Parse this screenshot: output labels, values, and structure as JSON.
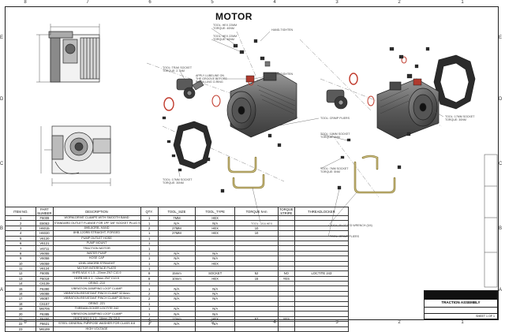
{
  "title": "MOTOR",
  "zones_top": [
    "8",
    "7",
    "6",
    "5",
    "4",
    "3",
    "2",
    "1"
  ],
  "zones_side": [
    "E",
    "D",
    "C",
    "B",
    "A"
  ],
  "callouts": [
    "TOOL: HEX 22MM\nTORQUE: 40NM",
    "TOOL: HEX 22MM\nTORQUE: 40NM",
    "HAND-TIGHTEN",
    "TOOL: TRAK SOCKET\nTORQUE: 2.7NM",
    "APPLY LUBELINE ON\nTHE GROOVE BEFORE\nINSTALLING O-RING",
    "HAND-TIGHTEN",
    "TOOL: 17MM SOCKET\nTORQUE: 30NM",
    "TOOL: CRIMP PLIERS",
    "TOOL: 10MM SOCKET\nTORQUE: 9NM",
    "TOOL: 17MM SOCKET\nTORQUE: 30NM",
    "TOOL: 7MM SOCKET\nTORQUE: 5NM",
    "TOOL: 3/16 HEX",
    "TOOL: SLOTTED WRENCH (3/4)",
    "TOOL: CRIMP PLIERS"
  ],
  "bom": {
    "headers": [
      "ITEM NO.",
      "PART NUMBER",
      "DESCRIPTION",
      "QTY.",
      "TOOL_SIZE",
      "TOOL_TYPE",
      "TORQUE N-m",
      "TORQUE STRIPE",
      "THREADLOCKER"
    ],
    "rows": [
      [
        "1",
        "F6009",
        "WORM-DRIVE CLAMPS WITH SMOOTH BAND",
        "1",
        "7MM",
        "HEX",
        "",
        "",
        ""
      ],
      [
        "2",
        "E8063",
        "STANDARD OUTLET FLANGE FOR 1PF 3/8\" SOCKET PLUG SHELL 12S-14",
        "1",
        "N/A",
        "N/A",
        "",
        "",
        ""
      ],
      [
        "3",
        "H6015",
        "8HB-8ORB, HAND",
        "2",
        "27MM",
        "HEX",
        "10",
        "",
        ""
      ],
      [
        "4",
        "H6020",
        "8HB-12ORB STRAIGHT, FORGED",
        "1",
        "27MM",
        "HEX",
        "10",
        "",
        ""
      ],
      [
        "5",
        "V6120",
        "PUMP OUTLET HOSE",
        "1",
        "",
        "",
        "",
        "",
        ""
      ],
      [
        "6",
        "V6121",
        "PUMP MOUNT",
        "1",
        "",
        "",
        "",
        "",
        ""
      ],
      [
        "7",
        "V6711",
        "TRACTION MOTOR",
        "1",
        "",
        "",
        "",
        "",
        ""
      ],
      [
        "8",
        "V6055",
        "WATER PUMP",
        "1",
        "N/A",
        "N/A",
        "",
        "",
        ""
      ],
      [
        "9",
        "V6058",
        "HOSE CAP",
        "1",
        "N/A",
        "N/A",
        "",
        "",
        ""
      ],
      [
        "10",
        "V6059",
        "12HB-10MORB STRAIGHT",
        "1",
        "N/A",
        "HEX",
        "",
        "",
        ""
      ],
      [
        "11",
        "V6124",
        "MOTOR INTERFACE PLATE",
        "1",
        "",
        "",
        "",
        "",
        ""
      ],
      [
        "12",
        "F6005",
        "HHFB M10 X 1.5 - 20mm ZN7 C10.9",
        "8",
        "15mm",
        "SOCKET",
        "52",
        "NO",
        "LOCTITE 243"
      ],
      [
        "13",
        "F6019",
        "HHFB M5 X 1 - 12mm ZN7 C10.9",
        "8",
        "10mm",
        "HEX",
        "15",
        "YES",
        ""
      ],
      [
        "14",
        "C6139",
        "ORING -210",
        "1",
        "",
        "",
        "",
        "",
        ""
      ],
      [
        "15",
        "F6390",
        "VIBRATION-DAMPING LOOP CLAMP",
        "1",
        "N/A",
        "N/A",
        "",
        "",
        ""
      ],
      [
        "16",
        "V6088",
        "VIBRATION-RESISTANT PINCH CLAMP 32.6mm",
        "2",
        "N/A",
        "N/A",
        "",
        "",
        ""
      ],
      [
        "17",
        "V6087",
        "VIBRATION-RESISTANT PINCH CLAMP 30.9mm",
        "2",
        "N/A",
        "N/A",
        "",
        "",
        ""
      ],
      [
        "18",
        "C6157",
        "ORING -221",
        "1",
        "",
        "",
        "",
        "",
        ""
      ],
      [
        "19",
        "M6706",
        "THREADLOCKER LOCTITE 242",
        "1",
        "N/A",
        "N/A",
        "",
        "",
        ""
      ],
      [
        "20",
        "F6385",
        "VIBRATION-DAMPING LOOP CLAMP",
        "1",
        "N/A",
        "N/A",
        "",
        "",
        ""
      ],
      [
        "21",
        "F6450",
        "HHCS M10 X 1.5 - 16mm ZN C8.8",
        "4",
        "17mm",
        "HEX",
        "57",
        "YES",
        ""
      ],
      [
        "22",
        "F6621",
        "STEEL GENERAL PURPOSE WASHER FOR CLASS 8.8",
        "4",
        "N/A",
        "N/A",
        "",
        "",
        ""
      ],
      [
        "23",
        "M6199",
        "HIGH VOLTAGE",
        "",
        "",
        "",
        "",
        "",
        ""
      ]
    ]
  },
  "title_block": {
    "name": "TRACTION ASSEMBLY",
    "sheet": "SHEET 1 OF 1"
  },
  "colors": {
    "line": "#2a2a2a",
    "motor_body": "#6e6e6e",
    "hose": "#b7a764",
    "oring": "#c0392b",
    "leader": "#555555"
  }
}
